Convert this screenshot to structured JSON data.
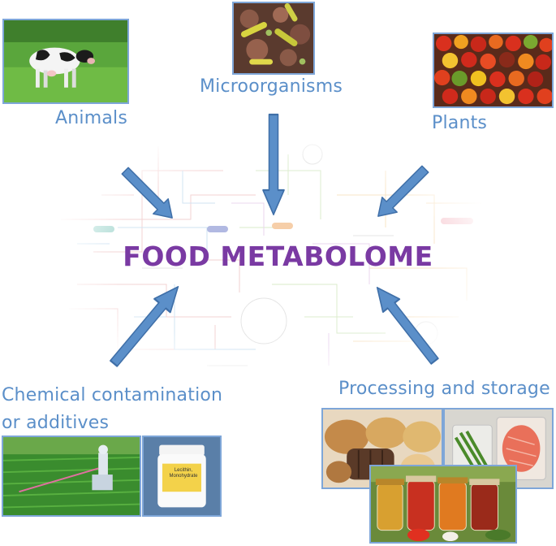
{
  "center": {
    "title": "FOOD METABOLOME"
  },
  "sources": {
    "animals": "Animals",
    "microorganisms": "Microorganisms",
    "plants": "Plants",
    "chemical_line1": "Chemical contamination",
    "chemical_line2": "or additives",
    "processing": "Processing and storage"
  },
  "jar_label": {
    "line1": "Lecithin,",
    "line2": "Monohydrate"
  },
  "colors": {
    "label_blue": "#5b8fc9",
    "arrow_fill": "#5b8fc9",
    "arrow_stroke": "#3f6fa8",
    "title_purple": "#7a3aa3",
    "photo_border": "#7ea6d8"
  },
  "icons": [
    "cow-photo",
    "bacteria-photo",
    "tomatoes-photo",
    "crop-spraying-photo",
    "chemical-jar-photo",
    "bread-photo",
    "packaged-food-photo",
    "preserves-jars-photo"
  ]
}
